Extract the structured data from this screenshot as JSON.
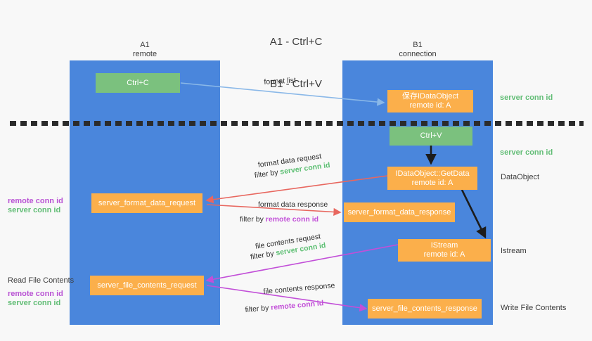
{
  "title": {
    "line1": "A1 - Ctrl+C",
    "line2": "B1 - Ctrl+V"
  },
  "columns": [
    {
      "name": "A1",
      "sub": "remote"
    },
    {
      "name": "B1",
      "sub": "connection"
    }
  ],
  "boxes": {
    "ctrl_c": {
      "label": "Ctrl+C"
    },
    "ctrl_v": {
      "label": "Ctrl+V"
    },
    "save_dataobject": {
      "line1": "保存IDataObject",
      "line2": "remote id: A"
    },
    "getdata": {
      "line1": "IDataObject::GetData",
      "line2": "remote id: A"
    },
    "istream": {
      "line1": "IStream",
      "line2": "remote id: A"
    },
    "server_format_data_request": {
      "label": "server_format_data_request"
    },
    "server_format_data_response": {
      "label": "server_format_data_response"
    },
    "server_file_contents_request": {
      "label": "server_file_contents_request"
    },
    "server_file_contents_response": {
      "label": "server_file_contents_response"
    }
  },
  "edge_labels": {
    "format_list": "format list",
    "format_data_request": "format data request",
    "format_data_request_filter_prefix": "filter by ",
    "format_data_request_filter_key": "server conn id",
    "format_data_response": "format data response",
    "format_data_response_filter_prefix": "filter by ",
    "format_data_response_filter_key": "remote conn id",
    "file_contents_request": "file contents request",
    "file_contents_request_filter_prefix": "filter by ",
    "file_contents_request_filter_key": "server conn id",
    "file_contents_response": "file contents response",
    "file_contents_response_filter_prefix": "filter by ",
    "file_contents_response_filter_key": "remote conn id"
  },
  "side_labels": {
    "left_format_remote": "remote conn id",
    "left_format_server": "server conn id",
    "left_read_file_contents": "Read File Contents",
    "left_file_remote": "remote conn id",
    "left_file_server": "server conn id",
    "right_server_conn_top": "server conn id",
    "right_server_conn_mid": "server conn id",
    "right_dataobject": "DataObject",
    "right_istream": "Istream",
    "right_write_file_contents": "Write File Contents"
  },
  "colors": {
    "column_blue": "#4a86dc",
    "box_orange": "#fbaf4b",
    "box_green": "#7bc17e",
    "arrow_light_blue": "#8ab8e8",
    "arrow_red": "#e8675f",
    "arrow_magenta": "#c24fd8",
    "arrow_black": "#1c1c1c",
    "text_green": "#62bd76",
    "text_purple": "#b953d4",
    "background": "#f8f8f8"
  }
}
